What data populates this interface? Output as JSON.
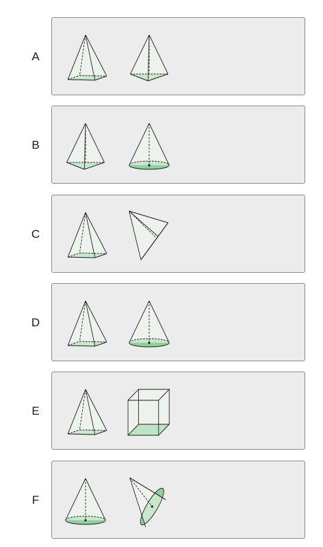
{
  "rows": [
    {
      "label": "A",
      "shapes": [
        {
          "icon": "square-pyramid-icon"
        },
        {
          "icon": "triangular-pyramid-icon"
        }
      ]
    },
    {
      "label": "B",
      "shapes": [
        {
          "icon": "triangular-pyramid-icon"
        },
        {
          "icon": "cone-icon"
        }
      ]
    },
    {
      "label": "C",
      "shapes": [
        {
          "icon": "square-pyramid-icon"
        },
        {
          "icon": "tilted-triangular-pyramid-icon"
        }
      ]
    },
    {
      "label": "D",
      "shapes": [
        {
          "icon": "square-pyramid-icon"
        },
        {
          "icon": "cone-icon"
        }
      ]
    },
    {
      "label": "E",
      "shapes": [
        {
          "icon": "square-pyramid-icon"
        },
        {
          "icon": "cube-icon"
        }
      ]
    },
    {
      "label": "F",
      "shapes": [
        {
          "icon": "cone-icon"
        },
        {
          "icon": "tilted-cone-icon"
        }
      ]
    }
  ],
  "colors": {
    "base_fill": "#8fd19e",
    "face_fill": "#eef7ee",
    "stroke": "#1a1a1a",
    "panel": "#ececec",
    "panel_border": "#8c8c8c"
  }
}
